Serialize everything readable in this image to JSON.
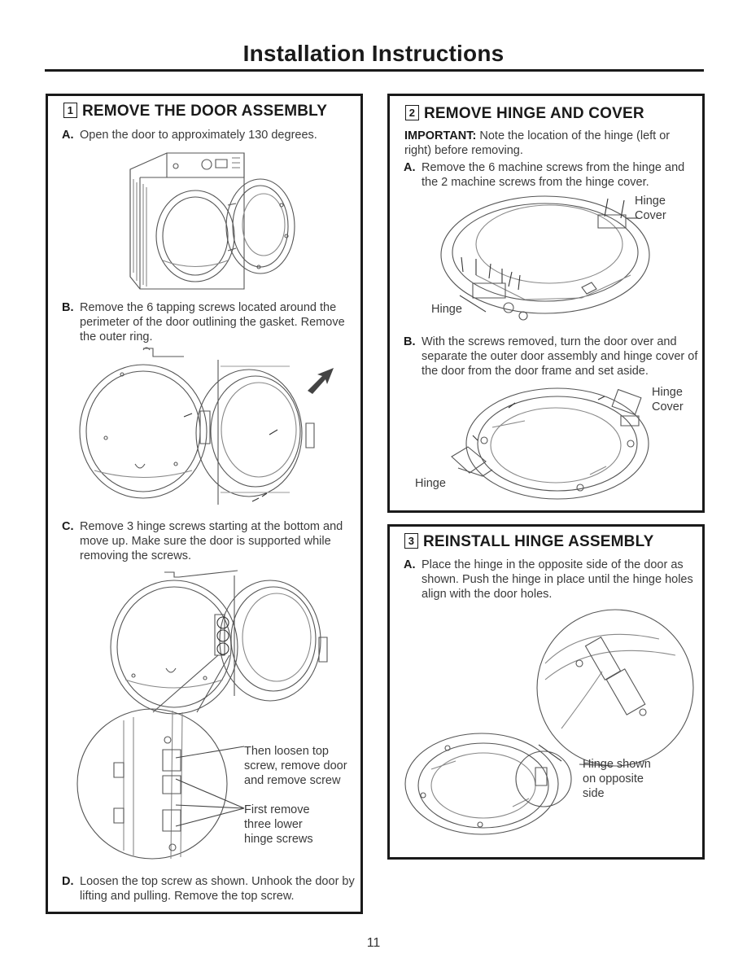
{
  "page": {
    "title": "Installation Instructions",
    "page_number": "11"
  },
  "section1": {
    "number": "1",
    "heading": "REMOVE THE DOOR ASSEMBLY",
    "steps": [
      {
        "letter": "A.",
        "text": "Open the door to approximately 130 degrees."
      },
      {
        "letter": "B.",
        "text": "Remove the 6 tapping screws located around the perimeter of the door outlining the gasket. Remove the outer ring."
      },
      {
        "letter": "C.",
        "text": "Remove 3 hinge screws starting at the bottom and move up. Make sure the door is supported while removing the screws."
      },
      {
        "letter": "D.",
        "text": "Loosen the top screw as shown. Unhook the door by lifting and pulling. Remove the top screw."
      }
    ],
    "callouts": {
      "top_screw": "Then loosen top screw, remove door and remove screw",
      "lower_screws": "First remove three lower hinge screws"
    }
  },
  "section2": {
    "number": "2",
    "heading": "REMOVE HINGE AND COVER",
    "important_label": "IMPORTANT:",
    "important_text": "Note the location of the hinge (left or right) before removing.",
    "steps": [
      {
        "letter": "A.",
        "text": "Remove the 6 machine screws from the hinge and the 2 machine screws from the hinge cover."
      },
      {
        "letter": "B.",
        "text": "With the screws removed, turn the door over and separate the outer door assembly and hinge cover of the door from the door frame and set aside."
      }
    ],
    "labels": {
      "hinge_cover_line1": "Hinge",
      "hinge_cover_line2": "Cover",
      "hinge": "Hinge"
    }
  },
  "section3": {
    "number": "3",
    "heading": "REINSTALL HINGE ASSEMBLY",
    "steps": [
      {
        "letter": "A.",
        "text": "Place the hinge in the opposite side of the door as shown. Push the hinge in place until the hinge holes align with the door holes."
      }
    ],
    "callout": "Hinge shown on opposite side"
  }
}
